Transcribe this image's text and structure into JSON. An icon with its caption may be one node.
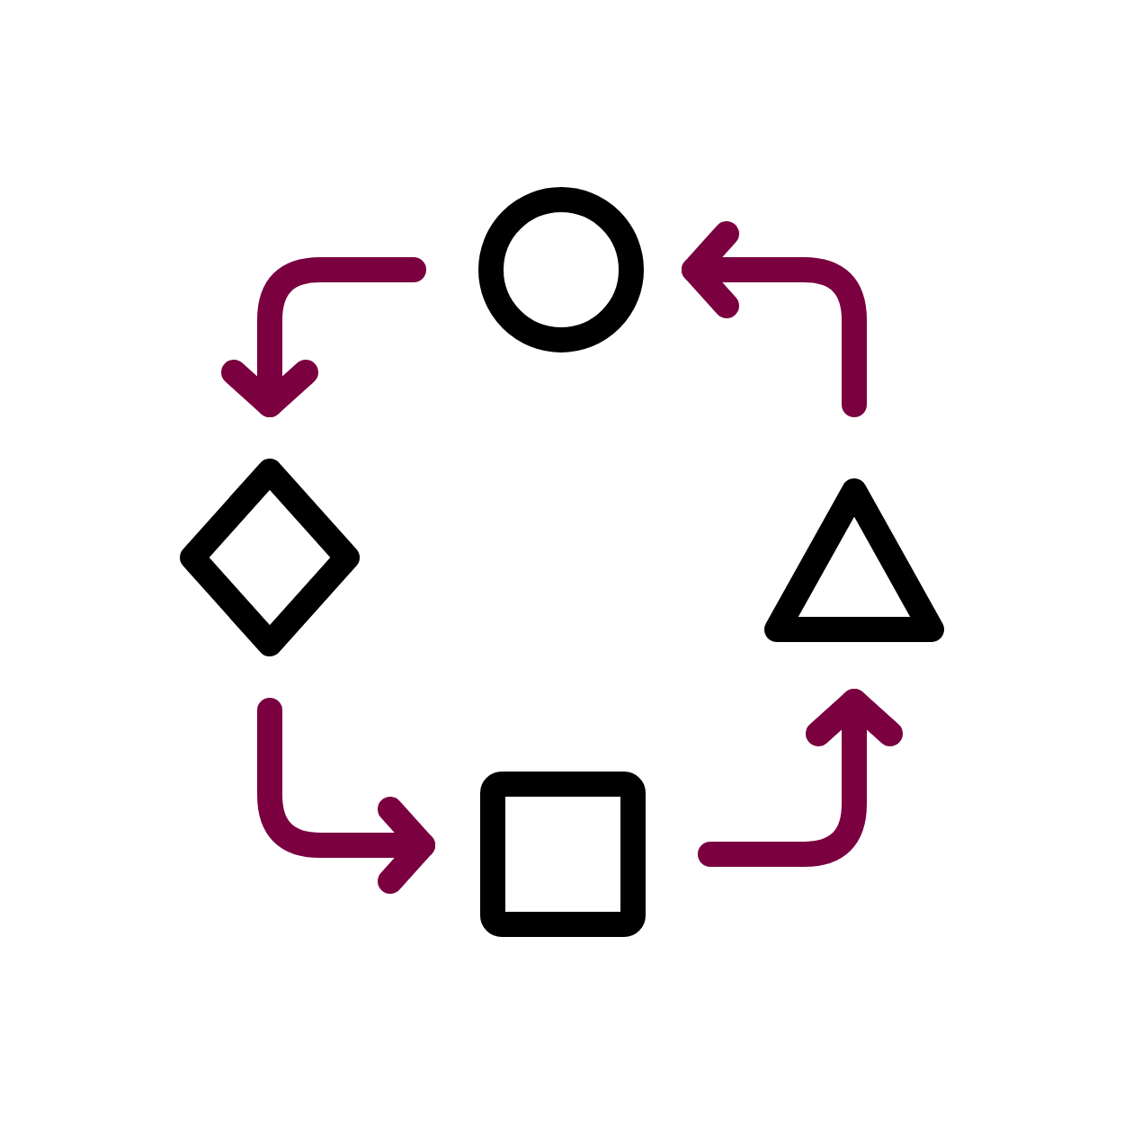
{
  "diagram": {
    "nodes": [
      {
        "text": [],
        "shape": "circle"
      },
      {
        "text": [],
        "shape": "diamond"
      },
      {
        "text": [],
        "shape": "triangle"
      },
      {
        "text": [],
        "shape": "box"
      }
    ],
    "edges": [
      {
        "from": 0,
        "to": 1,
        "arrow": "to"
      },
      {
        "from": 1,
        "to": 3,
        "arrow": "to"
      },
      {
        "from": 3,
        "to": 2,
        "arrow": "to"
      },
      {
        "from": 2,
        "to": 0,
        "arrow": "to"
      }
    ]
  }
}
